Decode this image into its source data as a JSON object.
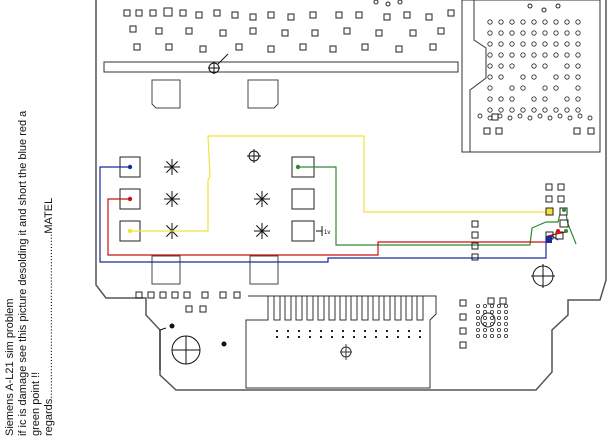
{
  "note": {
    "line1": "Siemens A-L21 sim problem",
    "line2": "if ic is damage see this picture desolding it and short the blue red a",
    "line3": "green point !!",
    "line4": "regards......................................................MATEL"
  },
  "labels": {
    "v_marker": "1v"
  },
  "colors": {
    "board_outline": "#555555",
    "yellow_wire": "#f2e23a",
    "green_wire": "#2e8b2e",
    "red_wire": "#cc1111",
    "blue_wire": "#1a2a99"
  },
  "icons": {
    "plus_circle": "crosshair-circle-icon",
    "star": "asterisk-pad-icon"
  }
}
